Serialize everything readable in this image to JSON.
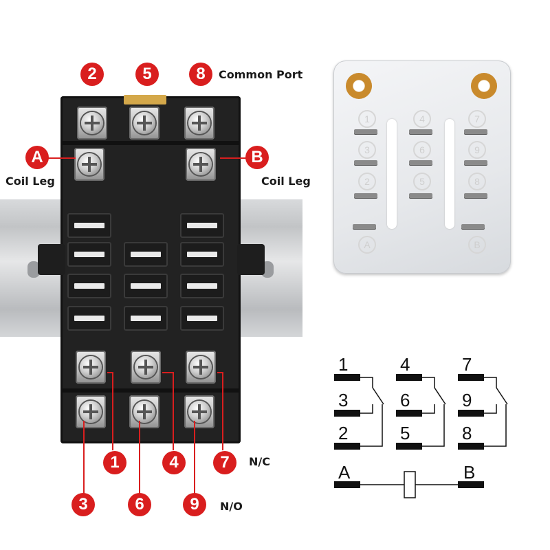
{
  "labels": {
    "common_port": "Common Port",
    "coil_leg_left": "Coil Leg",
    "coil_leg_right": "Coil Leg",
    "nc": "N/C",
    "no": "N/O"
  },
  "badges": {
    "b2": "2",
    "b5": "5",
    "b8": "8",
    "bA": "A",
    "bB": "B",
    "b1": "1",
    "b4": "4",
    "b7": "7",
    "b3": "3",
    "b6": "6",
    "b9": "9"
  },
  "relay_pins": {
    "p1": "1",
    "p4": "4",
    "p7": "7",
    "p3": "3",
    "p6": "6",
    "p9": "9",
    "p2": "2",
    "p5": "5",
    "p8": "8",
    "pA": "A",
    "pB": "B"
  },
  "schematic": {
    "n1": "1",
    "n4": "4",
    "n7": "7",
    "n3": "3",
    "n6": "6",
    "n9": "9",
    "n2": "2",
    "n5": "5",
    "n8": "8",
    "coil_a": "A",
    "coil_b": "B"
  },
  "colors": {
    "badge_red": "#d91e1e",
    "socket_black": "#1c1c1c",
    "relay_base": "#eef0f2"
  }
}
